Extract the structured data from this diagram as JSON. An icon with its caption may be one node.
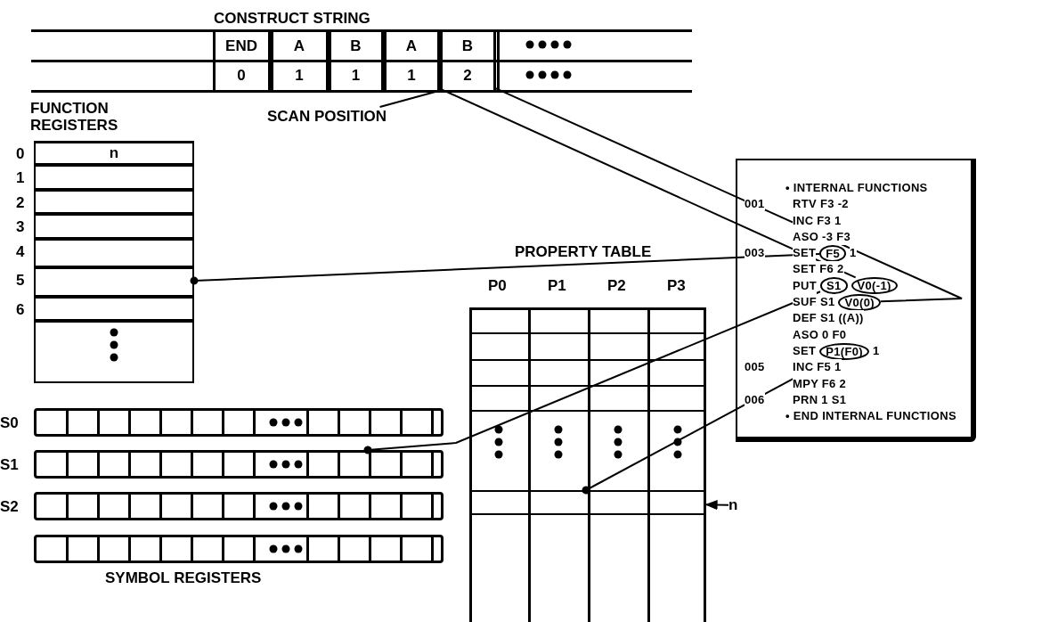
{
  "diagram": {
    "nodes": [
      {
        "text": [
          "CONSTRUCT STRING"
        ]
      },
      {
        "text": [
          "END"
        ],
        "in": 0
      },
      {
        "text": [
          "A"
        ],
        "in": 0
      },
      {
        "text": [
          "B"
        ],
        "in": 0
      },
      {
        "text": [
          "A"
        ],
        "in": 0
      },
      {
        "text": [
          "B"
        ],
        "in": 0
      },
      {
        "text": [
          "0"
        ],
        "in": 0
      },
      {
        "text": [
          "1"
        ],
        "in": 0
      },
      {
        "text": [
          "1"
        ],
        "in": 0
      },
      {
        "text": [
          "1"
        ],
        "in": 0
      },
      {
        "text": [
          "2"
        ],
        "in": 0
      },
      {
        "text": [
          "FUNCTION REGISTERS"
        ]
      },
      {
        "text": [
          "n"
        ],
        "in": 11
      },
      {
        "text": [],
        "shape": "box",
        "in": 11
      },
      {
        "text": [],
        "shape": "box",
        "in": 11
      },
      {
        "text": [],
        "shape": "box",
        "in": 11
      },
      {
        "text": [],
        "shape": "box",
        "in": 11
      },
      {
        "text": [],
        "shape": "box",
        "in": 11
      },
      {
        "text": [],
        "shape": "box",
        "in": 11
      },
      {
        "text": [],
        "shape": "box",
        "in": 11
      },
      {
        "text": [
          "SYMBOL REGISTERS"
        ]
      },
      {
        "text": [],
        "shape": "bar",
        "in": 20
      },
      {
        "text": [],
        "shape": "bar",
        "in": 20
      },
      {
        "text": [],
        "shape": "bar",
        "in": 20
      },
      {
        "text": [],
        "shape": "bar",
        "in": 20
      },
      {
        "text": [
          "PROPERTY TABLE"
        ]
      },
      {
        "text": [],
        "shape": "bar",
        "in": 25
      },
      {
        "text": [
          "n"
        ]
      },
      {
        "text": [
          "SCAN POSITION"
        ]
      },
      {
        "text": [],
        "shape": "box"
      },
      {
        "text": [
          "F5"
        ],
        "in": 29
      },
      {
        "text": [
          "S1"
        ],
        "in": 29
      },
      {
        "text": [
          "V0(-1)"
        ],
        "in": 29
      },
      {
        "text": [
          "V0(0)"
        ],
        "in": 29
      },
      {
        "text": [
          "P1(F0)"
        ],
        "in": 29
      }
    ],
    "edges": [
      {
        "from": 17,
        "to": 30,
        "arrow": "other"
      },
      {
        "from": 9,
        "to": 32,
        "arrow": "none"
      },
      {
        "from": 10,
        "to": 33,
        "arrow": "none"
      },
      {
        "from": 22,
        "to": 31,
        "arrow": "other"
      },
      {
        "from": 26,
        "to": 34,
        "arrow": "other"
      },
      {
        "from": 27,
        "to": 26,
        "arrow": "to"
      },
      {
        "from": 28,
        "to": 10,
        "arrow": "none"
      }
    ],
    "labels": [
      "0",
      "1",
      "2",
      "3",
      "4",
      "5",
      "6",
      "P0",
      "P1",
      "P2",
      "P3",
      "S0",
      "S1",
      "S2",
      "• INTERNAL FUNCTIONS",
      "001",
      "RTV F3 -2",
      "INC F3 1",
      "ASO -3 F3",
      "003",
      "SET",
      "1",
      "SET F6 2",
      "PUT",
      "SUF S1",
      "DEF S1 ((A))",
      "ASO 0 F0",
      "SET",
      "1",
      "005",
      "INC F5 1",
      "MPY F6 2",
      "006",
      "PRN 1 S1",
      "• END INTERNAL FUNCTIONS"
    ]
  }
}
